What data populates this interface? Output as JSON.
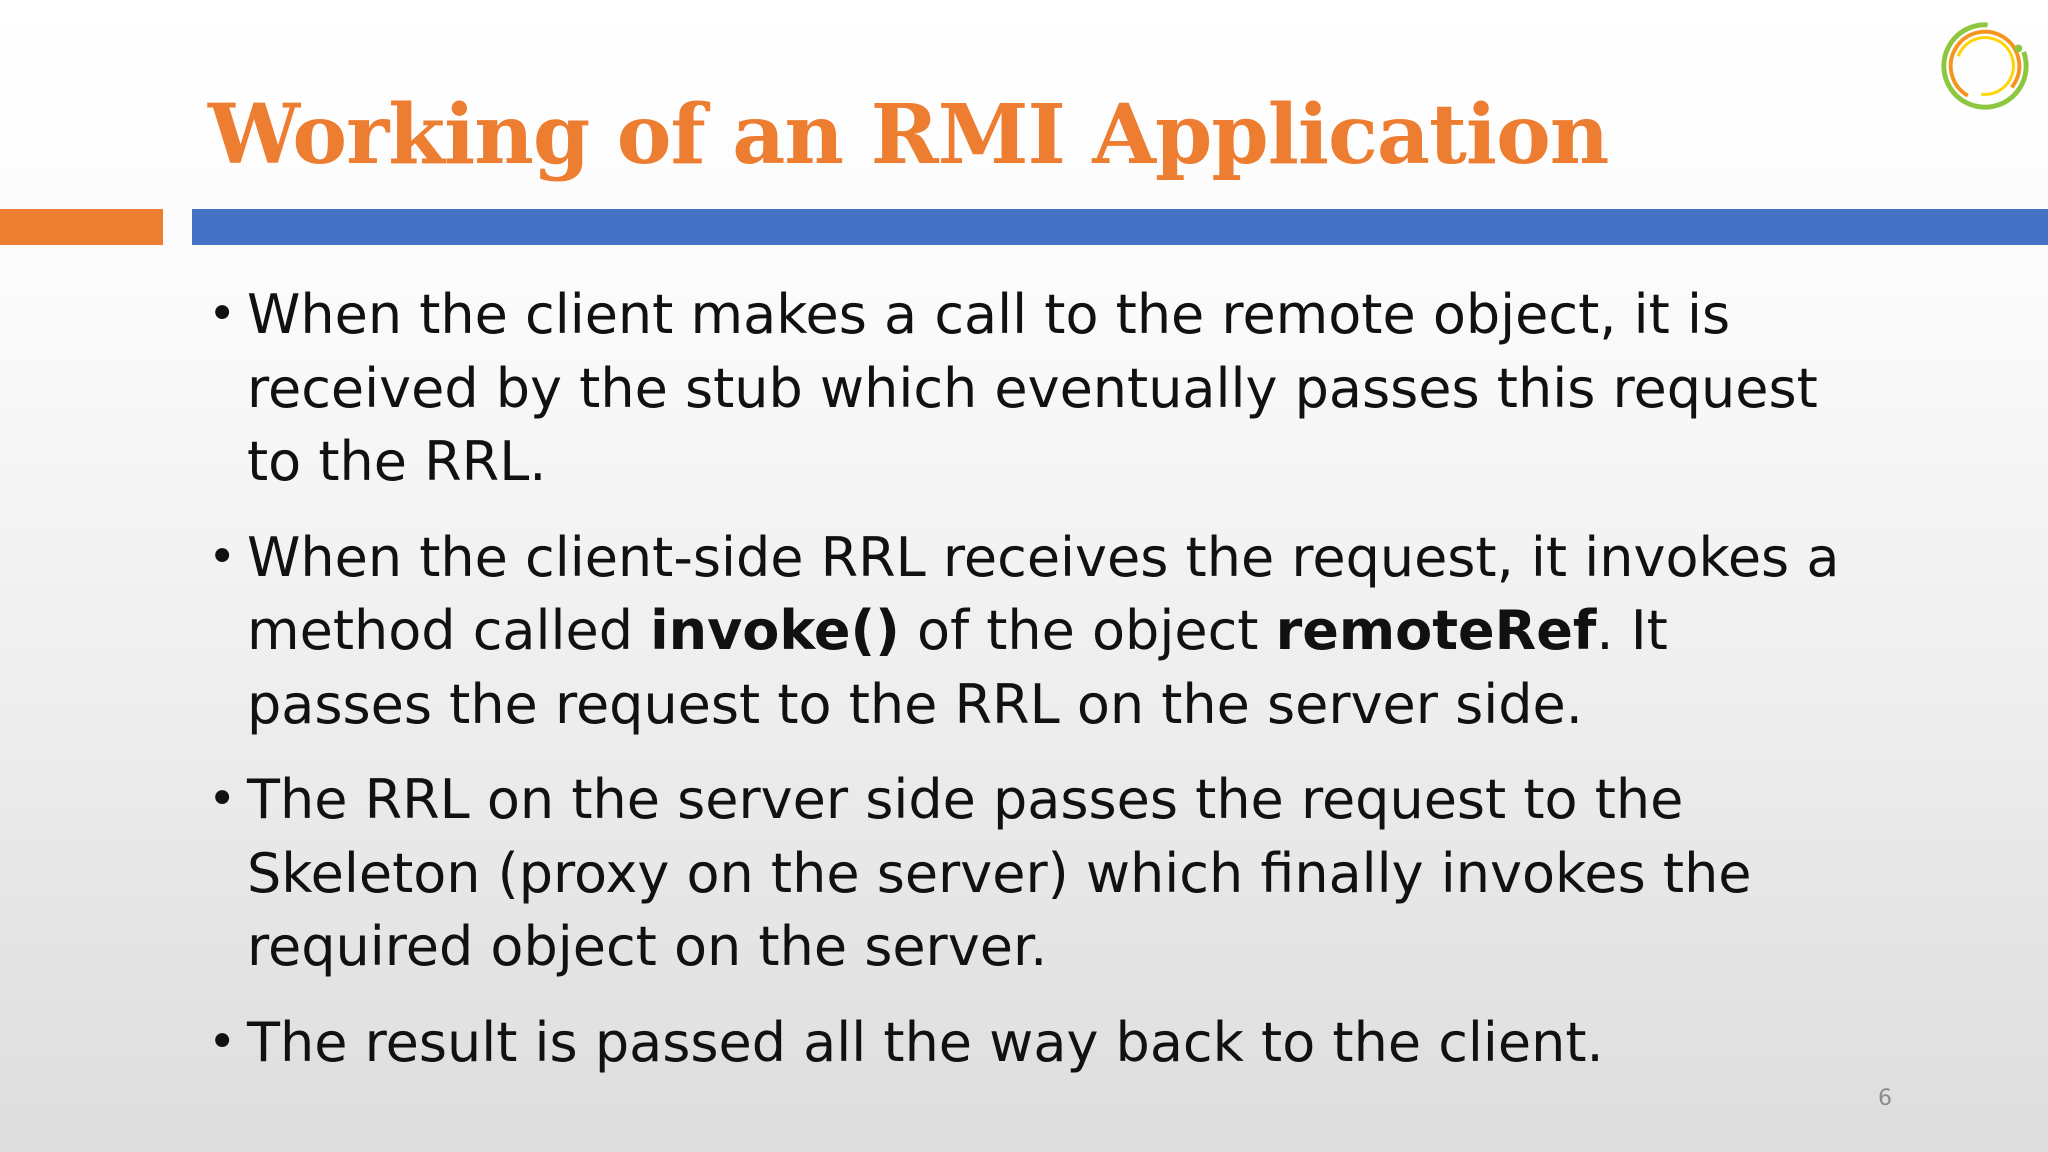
{
  "slide": {
    "title": "Working of an RMI Application",
    "bullets": [
      {
        "text": "When the client makes a call to the remote object, it is received by the stub which eventually passes this request to the RRL."
      },
      {
        "part1": "When the client-side RRL receives the request, it invokes a method called ",
        "bold1": "invoke()",
        "part2": " of the object ",
        "bold2": "remoteRef",
        "part3": ". It passes the request to the RRL on the server side."
      },
      {
        "text": "The RRL on the server side passes the request to the Skeleton (proxy on the server) which finally invokes the required object on the server."
      },
      {
        "text": "The result is passed all the way back to the client."
      }
    ],
    "page_number": "6"
  },
  "colors": {
    "title": "#ED7D31",
    "accent_orange": "#ED7D31",
    "accent_blue": "#4472C4",
    "logo_green": "#8DC63F",
    "logo_orange": "#F7941D",
    "logo_yellow": "#FFD400"
  },
  "icons": {
    "logo": "circular-logo-icon",
    "bullet": "bullet-dot"
  }
}
